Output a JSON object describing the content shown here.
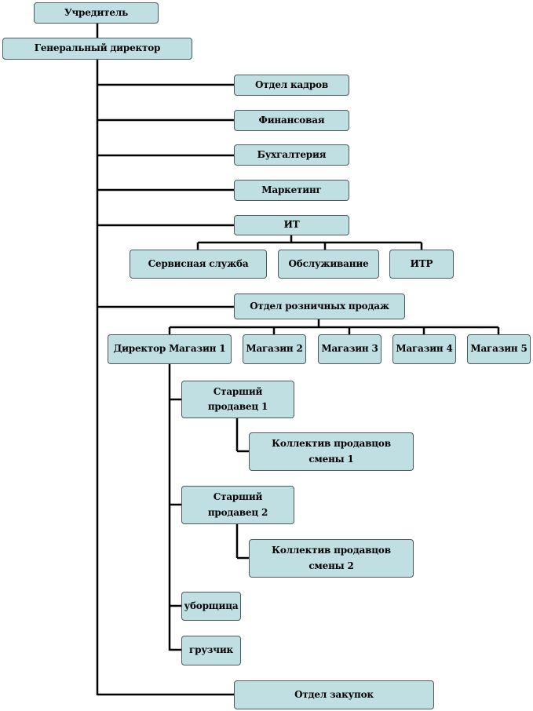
{
  "nodes": {
    "founder": "Учредитель",
    "general_director": "Генеральный директор",
    "hr": "Отдел кадров",
    "finance": "Финансовая",
    "accounting": "Бухгалтерия",
    "marketing": "Маркетинг",
    "it": "ИТ",
    "service": "Сервисная служба",
    "maintenance": "Обслуживание",
    "itr": "ИТР",
    "retail": "Отдел розничных продаж",
    "director_store1": "Директор Магазин 1",
    "store2": "Магазин 2",
    "store3": "Магазин 3",
    "store4": "Магазин 4",
    "store5": "Магазин 5",
    "senior1": "Старший\nпродавец 1",
    "team1": "Коллектив продавцов\nсмены 1",
    "senior2": "Старший\nпродавец 2",
    "team2": "Коллектив продавцов\nсмены 2",
    "cleaner": "уборщица",
    "loader": "грузчик",
    "purchasing": "Отдел закупок"
  },
  "colors": {
    "box_fill": "#c0dfe3",
    "box_border": "#4a5a5e",
    "connector": "#000000"
  }
}
